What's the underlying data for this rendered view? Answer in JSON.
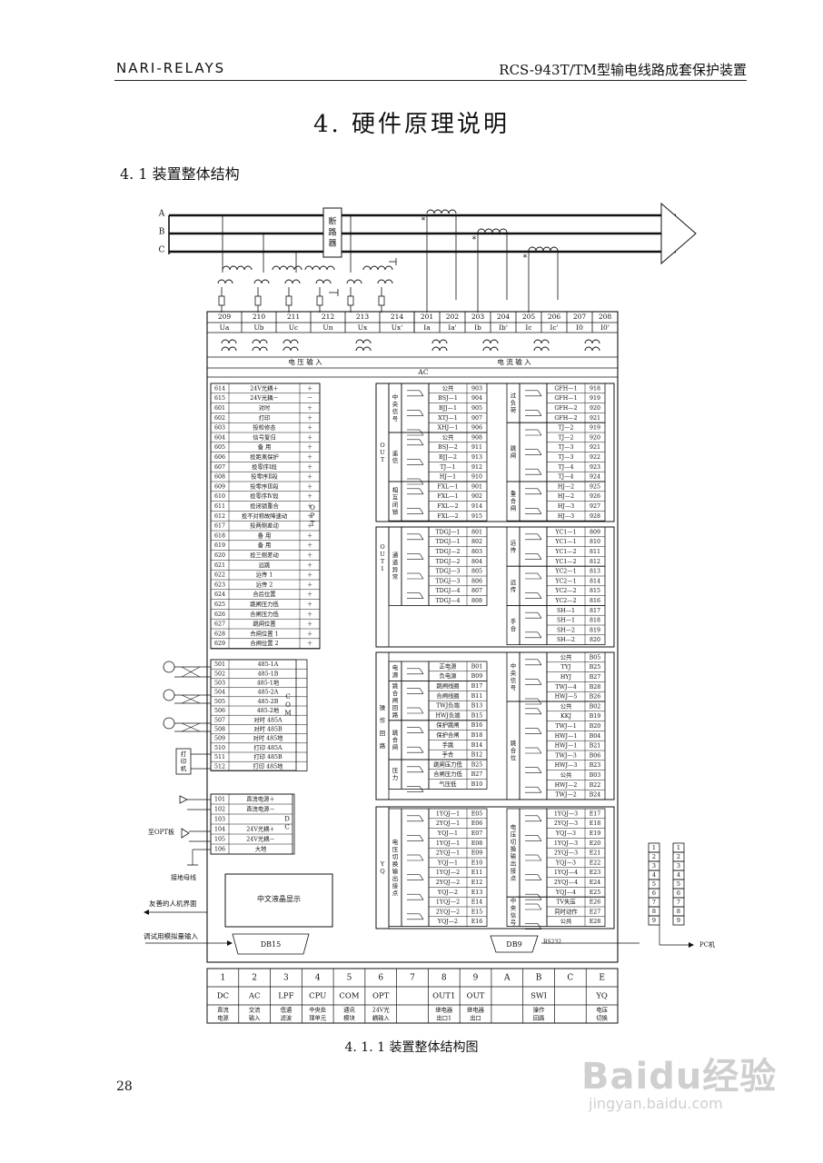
{
  "header": {
    "left": "NARI-RELAYS",
    "right": "RCS-943T/TM型输电线路成套保护装置"
  },
  "title": "4. 硬件原理说明",
  "subtitle": "4. 1 装置整体结构",
  "caption": "4. 1. 1 装置整体结构图",
  "page_number": "28",
  "watermark": {
    "main": "Baidu经验",
    "sub": "jingyan.baidu.com"
  },
  "diagram": {
    "phases": [
      "A",
      "B",
      "C"
    ],
    "breaker": "断路器",
    "v_terms": [
      {
        "num": "209",
        "name": "Ua"
      },
      {
        "num": "210",
        "name": "Ub"
      },
      {
        "num": "211",
        "name": "Uc"
      },
      {
        "num": "212",
        "name": "Un"
      },
      {
        "num": "213",
        "name": "Ux"
      },
      {
        "num": "214",
        "name": "Ux'"
      }
    ],
    "i_terms": [
      {
        "num": "201",
        "name": "Ia"
      },
      {
        "num": "202",
        "name": "Ia'"
      },
      {
        "num": "203",
        "name": "Ib"
      },
      {
        "num": "204",
        "name": "Ib'"
      },
      {
        "num": "205",
        "name": "Ic"
      },
      {
        "num": "206",
        "name": "Ic'"
      },
      {
        "num": "207",
        "name": "I0"
      },
      {
        "num": "208",
        "name": "I0'"
      }
    ],
    "v_input": "电  压  输  入",
    "i_input": "电  流  输  入",
    "ac": "AC",
    "opt_label": "OPT",
    "opt_rows": [
      [
        "614",
        "24V光耦＋",
        "＋"
      ],
      [
        "615",
        "24V光耦－",
        "－"
      ],
      [
        "601",
        "对时",
        "＋"
      ],
      [
        "602",
        "打印",
        "＋"
      ],
      [
        "603",
        "投检修态",
        "＋"
      ],
      [
        "604",
        "信号复归",
        "＋"
      ],
      [
        "605",
        "备   用",
        "＋"
      ],
      [
        "606",
        "投距离保护",
        "＋"
      ],
      [
        "607",
        "投零序Ⅰ段",
        "＋"
      ],
      [
        "608",
        "投零序Ⅱ段",
        "＋"
      ],
      [
        "609",
        "投零序Ⅲ段",
        "＋"
      ],
      [
        "610",
        "投零序Ⅳ段",
        "＋"
      ],
      [
        "611",
        "投闭锁重合",
        "＋"
      ],
      [
        "612",
        "投不对称故障速动",
        "＋"
      ],
      [
        "617",
        "投两侧差动",
        "＋"
      ],
      [
        "618",
        "备   用",
        "＋"
      ],
      [
        "619",
        "备   用",
        "＋"
      ],
      [
        "620",
        "投三侧差动",
        "＋"
      ],
      [
        "621",
        "远跳",
        "＋"
      ],
      [
        "622",
        "远传 1",
        "＋"
      ],
      [
        "623",
        "远传 2",
        "＋"
      ],
      [
        "624",
        "合后位置",
        "＋"
      ],
      [
        "625",
        "跳闸压力低",
        "＋"
      ],
      [
        "626",
        "合闸压力低",
        "＋"
      ],
      [
        "627",
        "跳闸位置",
        "＋"
      ],
      [
        "628",
        "合闸位置 1",
        "＋"
      ],
      [
        "629",
        "合闸位置 2",
        "＋"
      ]
    ],
    "com_label": "COM",
    "com_rows": [
      [
        "501",
        "485-1A"
      ],
      [
        "502",
        "485-1B"
      ],
      [
        "503",
        "485-1地"
      ],
      [
        "504",
        "485-2A"
      ],
      [
        "505",
        "485-2B"
      ],
      [
        "506",
        "485-2地"
      ],
      [
        "507",
        "对时 485A"
      ],
      [
        "508",
        "对时 485B"
      ],
      [
        "509",
        "对时 485地"
      ],
      [
        "510",
        "打印 485A"
      ],
      [
        "511",
        "打印 485B"
      ],
      [
        "512",
        "打印 485地"
      ]
    ],
    "printer": "打印机",
    "dc_label": "DC",
    "dc_rows": [
      [
        "101",
        "直流电源＋"
      ],
      [
        "102",
        "直流电源－"
      ],
      [
        "103",
        ""
      ],
      [
        "104",
        "24V光耦＋"
      ],
      [
        "105",
        "24V光耦－"
      ],
      [
        "106",
        "大地"
      ]
    ],
    "to_opt": "至OPT板",
    "ground_bus": "接地母线",
    "lcd": "中文液晶显示",
    "hmi": "友善的人机界面",
    "debug": "调试用模拟量输入",
    "db15": "DB15",
    "db9": "DB9",
    "rs232": "RS232",
    "pc": "PC机",
    "out_label": "OUT",
    "out_left_groups": [
      {
        "label": "中央信号",
        "rows": [
          [
            "公共",
            "903"
          ],
          [
            "BSJ—1",
            "904"
          ],
          [
            "BJJ—1",
            "905"
          ],
          [
            "XTJ—1",
            "907"
          ],
          [
            "XHJ—1",
            "906"
          ]
        ]
      },
      {
        "label": "遥信",
        "rows": [
          [
            "公共",
            "908"
          ],
          [
            "BSJ—2",
            "911"
          ],
          [
            "BJJ—2",
            "913"
          ],
          [
            "TJ—1",
            "912"
          ],
          [
            "HJ—1",
            "910"
          ]
        ]
      },
      {
        "label": "相互闭锁",
        "rows": [
          [
            "FXL—1",
            "901"
          ],
          [
            "FXL—1",
            "902"
          ],
          [
            "FXL—2",
            "914"
          ],
          [
            "FXL—2",
            "915"
          ]
        ]
      }
    ],
    "out_right_groups": [
      {
        "label": "过负荷",
        "rows": [
          [
            "GFH—1",
            "918"
          ],
          [
            "GFH—1",
            "919"
          ],
          [
            "GFH—2",
            "920"
          ],
          [
            "GFH—2",
            "921"
          ]
        ]
      },
      {
        "label": "跳闸",
        "rows": [
          [
            "TJ—2",
            "919"
          ],
          [
            "TJ—2",
            "920"
          ],
          [
            "TJ—3",
            "921"
          ],
          [
            "TJ—3",
            "922"
          ],
          [
            "TJ—4",
            "923"
          ],
          [
            "TJ—4",
            "924"
          ]
        ]
      },
      {
        "label": "重合闸",
        "rows": [
          [
            "HJ—2",
            "925"
          ],
          [
            "HJ—2",
            "926"
          ],
          [
            "HJ—3",
            "927"
          ],
          [
            "HJ—3",
            "928"
          ]
        ]
      }
    ],
    "out1_label": "OUT1",
    "out1_left": {
      "label": "通道异常",
      "rows": [
        [
          "TDGJ—1",
          "801"
        ],
        [
          "TDGJ—1",
          "802"
        ],
        [
          "TDGJ—2",
          "803"
        ],
        [
          "TDGJ—2",
          "804"
        ],
        [
          "TDGJ—3",
          "805"
        ],
        [
          "TDGJ—3",
          "806"
        ],
        [
          "TDGJ—4",
          "807"
        ],
        [
          "TDGJ—4",
          "808"
        ]
      ]
    },
    "out1_right_groups": [
      {
        "label": "远传",
        "rows": [
          [
            "YC1—1",
            "809"
          ],
          [
            "YC1—1",
            "810"
          ],
          [
            "YC1—2",
            "811"
          ],
          [
            "YC1—2",
            "812"
          ]
        ]
      },
      {
        "label": "远传",
        "rows": [
          [
            "YC2—1",
            "813"
          ],
          [
            "YC2—1",
            "814"
          ],
          [
            "YC2—2",
            "815"
          ],
          [
            "YC2—2",
            "816"
          ]
        ]
      },
      {
        "label": "手合",
        "rows": [
          [
            "SH—1",
            "817"
          ],
          [
            "SH—1",
            "818"
          ],
          [
            "SH—2",
            "819"
          ],
          [
            "SH—2",
            "820"
          ]
        ]
      }
    ],
    "swi_left_label": "操作回路",
    "swi_left_groups": [
      {
        "label": "电源",
        "rows": [
          [
            "正电源",
            "B01"
          ],
          [
            "负电源",
            "B09"
          ]
        ]
      },
      {
        "label": "跳合闸回路",
        "rows": [
          [
            "跳闸线圈",
            "B17"
          ],
          [
            "合闸线圈",
            "B11"
          ],
          [
            "TWJ负端",
            "B13"
          ],
          [
            "HWJ负端",
            "B15"
          ]
        ]
      },
      {
        "label": "跳合闸",
        "rows": [
          [
            "保护跳闸",
            "B16"
          ],
          [
            "保护合闸",
            "B18"
          ],
          [
            "手跳",
            "B14"
          ],
          [
            "手合",
            "B12"
          ]
        ]
      },
      {
        "label": "压力",
        "rows": [
          [
            "跳闸压力低",
            "B25"
          ],
          [
            "合闸压力低",
            "B27"
          ],
          [
            "气压低",
            "B10"
          ]
        ]
      }
    ],
    "swi_right_groups": [
      {
        "label": "中央信号",
        "rows": [
          [
            "公共",
            "B05"
          ],
          [
            "TYJ",
            "B25"
          ],
          [
            "HYJ",
            "B27"
          ],
          [
            "TWJ—4",
            "B28"
          ],
          [
            "HWJ—5",
            "B26"
          ]
        ]
      },
      {
        "label": "跳合位",
        "rows": [
          [
            "公共",
            "B02"
          ],
          [
            "KKJ",
            "B19"
          ],
          [
            "TWJ—1",
            "B20"
          ],
          [
            "HWJ—1",
            "B04"
          ],
          [
            "HWJ—1",
            "B21"
          ],
          [
            "TWJ—3",
            "B06"
          ],
          [
            "HWJ—3",
            "B23"
          ],
          [
            "公共",
            "B03"
          ],
          [
            "HWJ—2",
            "B22"
          ],
          [
            "TWJ—2",
            "B24"
          ]
        ]
      }
    ],
    "yq_label": "YQ",
    "yq_left": {
      "label": "电压切换输出接点",
      "rows": [
        [
          "1YQJ—1",
          "E05"
        ],
        [
          "2YQJ—1",
          "E06"
        ],
        [
          "YQJ—1",
          "E07"
        ],
        [
          "1YQJ—1",
          "E08"
        ],
        [
          "2YQJ—1",
          "E09"
        ],
        [
          "YQJ—1",
          "E10"
        ],
        [
          "1YQJ—2",
          "E11"
        ],
        [
          "2YQJ—2",
          "E12"
        ],
        [
          "YQJ—2",
          "E13"
        ],
        [
          "1YQJ—2",
          "E14"
        ],
        [
          "2YQJ—2",
          "E15"
        ],
        [
          "YQJ—2",
          "E16"
        ]
      ]
    },
    "yq_right_groups": [
      {
        "label": "电压切换输出接点",
        "rows": [
          [
            "1YQJ—3",
            "E17"
          ],
          [
            "2YQJ—3",
            "E18"
          ],
          [
            "YQJ—3",
            "E19"
          ],
          [
            "1YQJ—3",
            "E20"
          ],
          [
            "2YQJ—3",
            "E21"
          ],
          [
            "YQJ—3",
            "E22"
          ],
          [
            "1YQJ—4",
            "E23"
          ],
          [
            "2YQJ—4",
            "E24"
          ],
          [
            "YQJ—4",
            "E25"
          ]
        ]
      },
      {
        "label": "中央信号",
        "rows": [
          [
            "TV失压",
            "E26"
          ],
          [
            "同时动作",
            "E27"
          ],
          [
            "公共",
            "E28"
          ]
        ]
      }
    ],
    "db9_pins": [
      "1",
      "2",
      "3",
      "4",
      "5",
      "6",
      "7",
      "8",
      "9"
    ],
    "slots": [
      {
        "num": "1",
        "code": "DC",
        "desc": "直流电源"
      },
      {
        "num": "2",
        "code": "AC",
        "desc": "交流输入"
      },
      {
        "num": "3",
        "code": "LPF",
        "desc": "低通滤波"
      },
      {
        "num": "4",
        "code": "CPU",
        "desc": "中央处理单元"
      },
      {
        "num": "5",
        "code": "COM",
        "desc": "通讯模块"
      },
      {
        "num": "6",
        "code": "OPT",
        "desc": "24V光耦输入"
      },
      {
        "num": "7",
        "code": "",
        "desc": ""
      },
      {
        "num": "8",
        "code": "OUT1",
        "desc": "继电器出口1"
      },
      {
        "num": "9",
        "code": "OUT",
        "desc": "继电器出口"
      },
      {
        "num": "A",
        "code": "",
        "desc": ""
      },
      {
        "num": "B",
        "code": "SWI",
        "desc": "操作回路"
      },
      {
        "num": "C",
        "code": "",
        "desc": ""
      },
      {
        "num": "E",
        "code": "YQ",
        "desc": "电压切换"
      }
    ]
  }
}
